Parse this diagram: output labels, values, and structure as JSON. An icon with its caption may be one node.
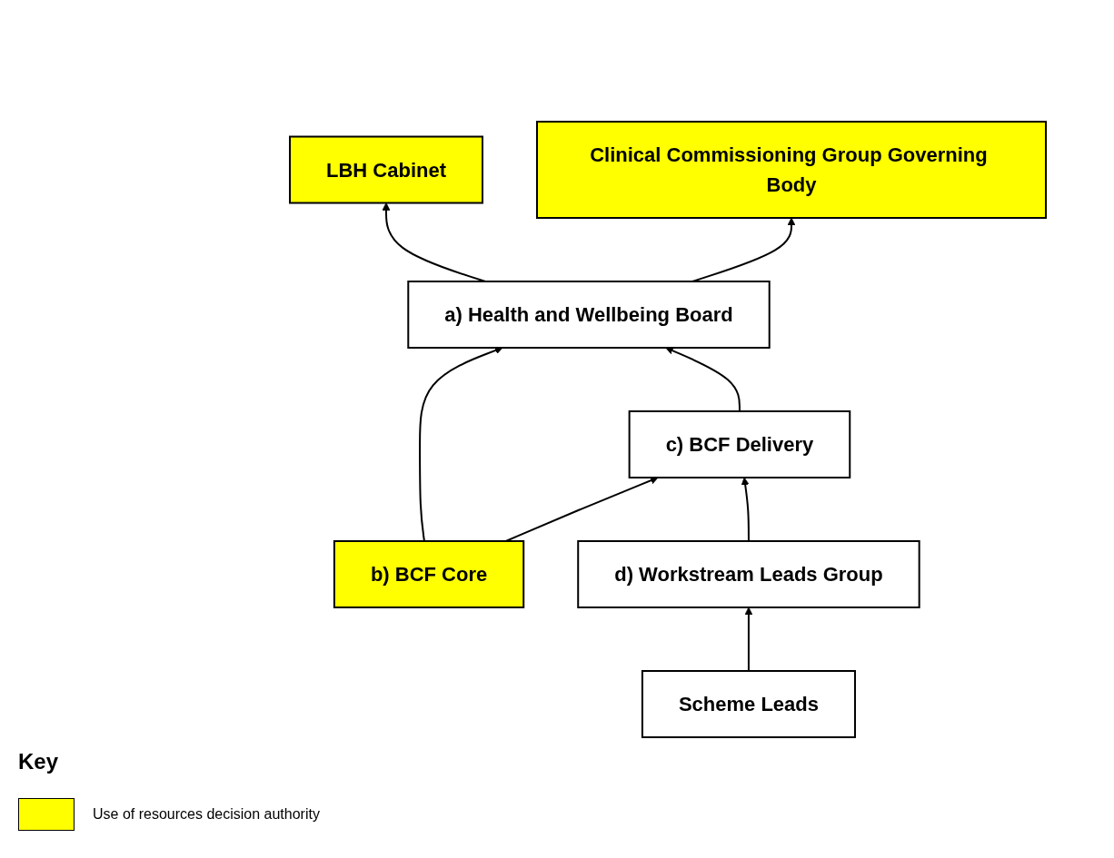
{
  "diagram": {
    "nodes": [
      {
        "text": [
          "LBH Cabinet"
        ]
      },
      {
        "text": [
          "Clinical Commissioning Group Governing Body"
        ]
      },
      {
        "text": [
          "a) Health and Wellbeing Board"
        ]
      },
      {
        "text": [
          "b) BCF Core"
        ]
      },
      {
        "text": [
          "c) BCF Delivery"
        ]
      },
      {
        "text": [
          "d) Workstream Leads Group"
        ]
      },
      {
        "text": [
          "Scheme Leads"
        ]
      }
    ],
    "edges": [
      {
        "from": 2,
        "to": 0,
        "arrow": "to"
      },
      {
        "from": 2,
        "to": 1,
        "arrow": "to"
      },
      {
        "from": 3,
        "to": 2,
        "arrow": "to"
      },
      {
        "from": 3,
        "to": 4,
        "arrow": "to"
      },
      {
        "from": 4,
        "to": 2,
        "arrow": "to"
      },
      {
        "from": 5,
        "to": 4,
        "arrow": "to"
      },
      {
        "from": 6,
        "to": 5,
        "arrow": "to"
      }
    ],
    "labels": [
      "Key"
    ],
    "legend": [
      {
        "text": "Use of resources decision authority",
        "color": "#ffff00"
      }
    ]
  }
}
